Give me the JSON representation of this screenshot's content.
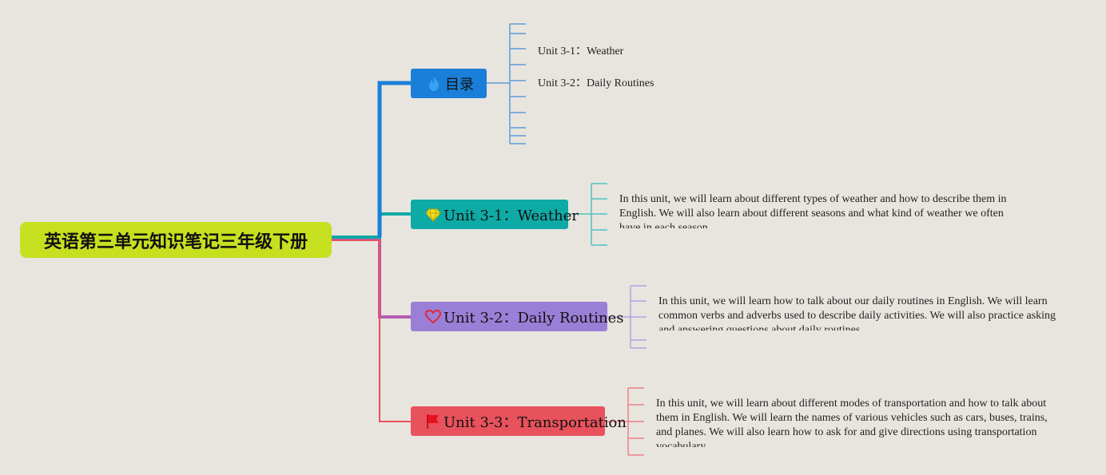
{
  "root": {
    "label": "英语第三单元知识笔记三年级下册",
    "color": "#c6e01f"
  },
  "branches": [
    {
      "label": "目录",
      "icon": "fire-icon",
      "color": "#1a7fd8"
    },
    {
      "label": "Unit 3-1：Weather",
      "icon": "diamond-icon",
      "color": "#0eaaa6"
    },
    {
      "label": "Unit 3-2：Daily Routines",
      "icon": "heart-icon",
      "color": "#9a7fd6"
    },
    {
      "label": "Unit 3-3：Transportation",
      "icon": "flag-icon",
      "color": "#e8525c"
    }
  ],
  "toc": [
    "Unit 3-1：Weather",
    "Unit 3-2：Daily Routines"
  ],
  "details": [
    "In this unit, we will learn about different types of weather and how to describe them in English. We will also learn about different seasons and what kind of weather we often have in each season.",
    "In this unit, we will learn how to talk about our daily routines in English. We will learn common verbs and adverbs used to describe daily activities. We will also practice asking and answering questions about daily routines.",
    "In this unit, we will learn about different modes of transportation and how to talk about them in English. We will learn the names of various vehicles such as cars, buses, trains, and planes. We will also learn how to ask for and give directions using transportation vocabulary."
  ]
}
